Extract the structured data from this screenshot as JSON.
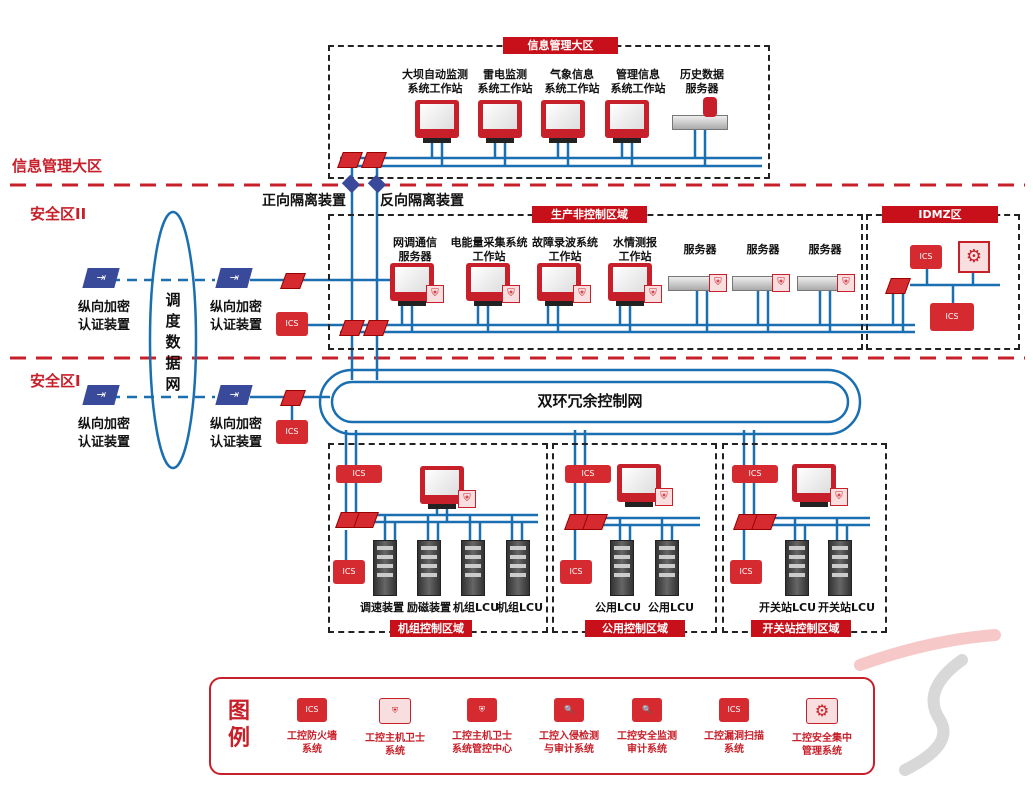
{
  "zones": {
    "info_mgmt": "信息管理大区",
    "safety2": "安全区II",
    "safety1": "安全区I"
  },
  "banners": {
    "info_mgmt": "信息管理大区",
    "production_noncontrol": "生产非控制区域",
    "idmz": "IDMZ区",
    "unit_control": "机组控制区域",
    "public_control": "公用控制区域",
    "switchyard_control": "开关站控制区域"
  },
  "info_mgmt_devices": [
    "大坝自动监测\n系统工作站",
    "雷电监测\n系统工作站",
    "气象信息\n系统工作站",
    "管理信息\n系统工作站",
    "历史数据\n服务器"
  ],
  "isolation": {
    "forward": "正向隔离装置",
    "reverse": "反向隔离装置"
  },
  "production_devices": [
    "网调通信\n服务器",
    "电能量采集系统\n工作站",
    "故障录波系统\n工作站",
    "水情测报\n工作站",
    "服务器",
    "服务器",
    "服务器"
  ],
  "vpn_label": "纵向加密\n认证装置",
  "dispatch_network": "调\n度\n数\n据\n网",
  "ring_network": "双环冗余控制网",
  "unit_devices": [
    "调速装置",
    "励磁装置",
    "机组LCU",
    "机组LCU"
  ],
  "public_devices": [
    "公用LCU",
    "公用LCU"
  ],
  "switchyard_devices": [
    "开关站LCU",
    "开关站LCU"
  ],
  "legend": {
    "title": "图\n例",
    "items": [
      {
        "icon": "firewall-icon",
        "glyph": "ICS",
        "label": "工控防火墙\n系统"
      },
      {
        "icon": "host-guard-icon",
        "glyph": "⛨",
        "label": "工控主机卫士\n系统"
      },
      {
        "icon": "host-guard-center-icon",
        "glyph": "⛨",
        "label": "工控主机卫士\n系统管控中心"
      },
      {
        "icon": "intrusion-detection-icon",
        "glyph": "🔍",
        "label": "工控入侵检测\n与审计系统"
      },
      {
        "icon": "security-audit-icon",
        "glyph": "🔍",
        "label": "工控安全监测\n审计系统"
      },
      {
        "icon": "vuln-scan-icon",
        "glyph": "ICS",
        "label": "工控漏洞扫描\n系统"
      },
      {
        "icon": "central-mgmt-icon",
        "glyph": "⚙",
        "label": "工控安全集中\n管理系统"
      }
    ]
  },
  "colors": {
    "accent_red": "#c8101a",
    "network_blue": "#1a6fb0",
    "vpn_blue": "#3a4a9a"
  }
}
